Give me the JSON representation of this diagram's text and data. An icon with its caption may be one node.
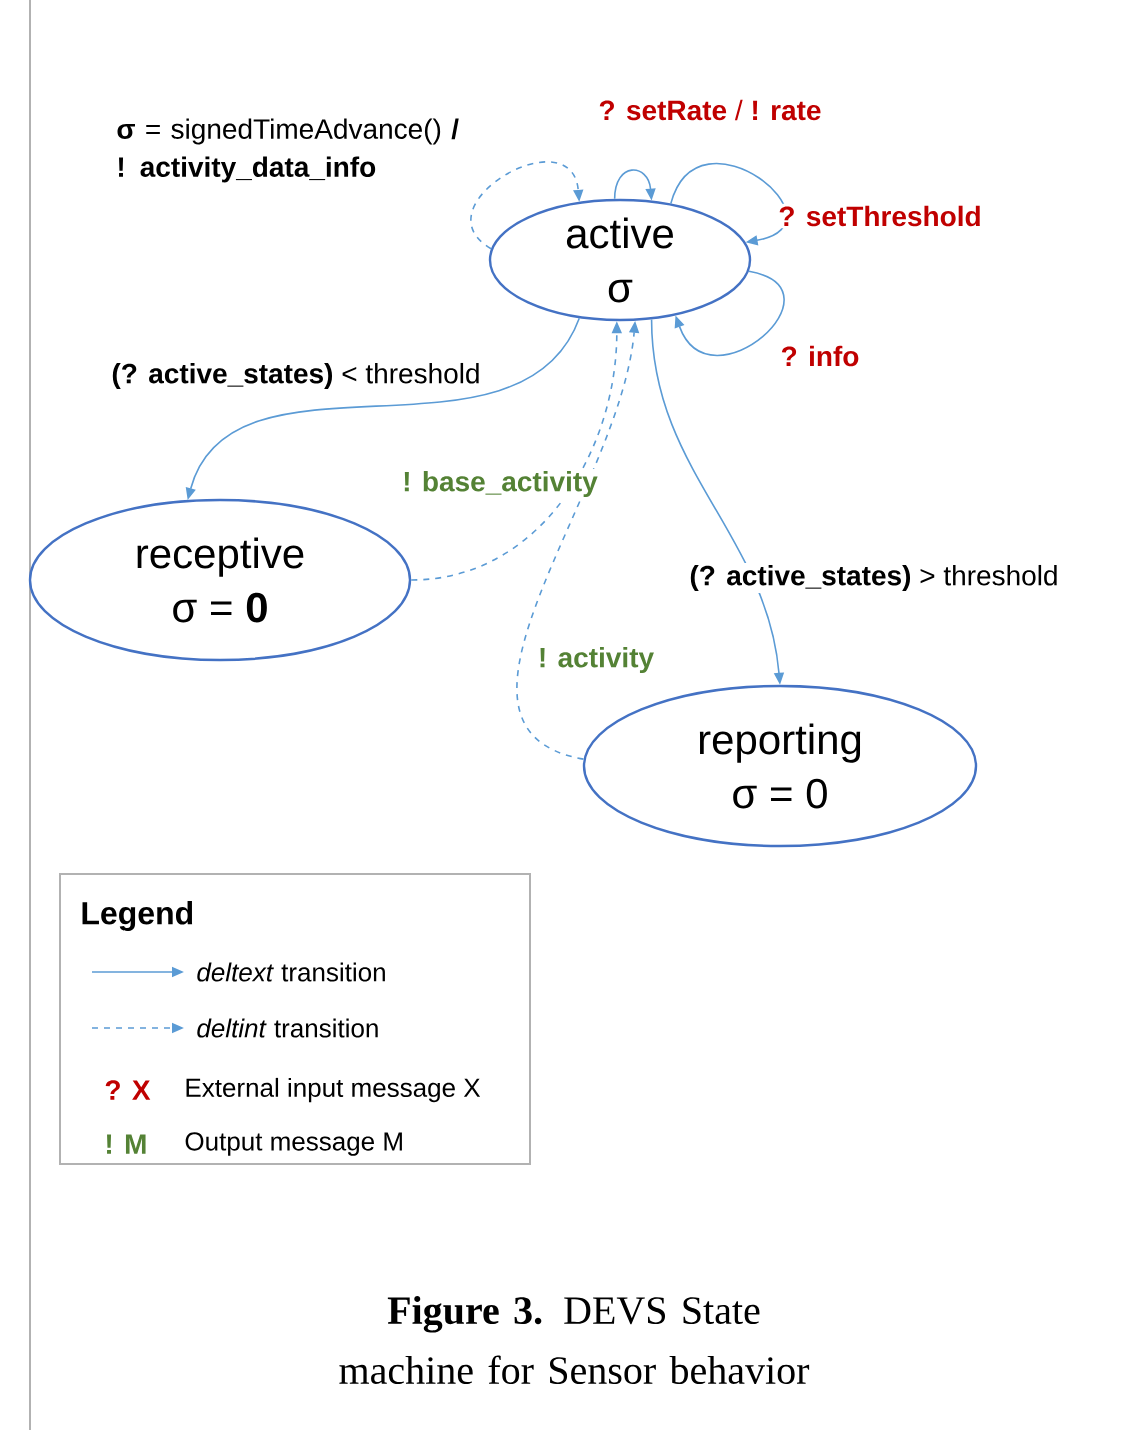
{
  "diagram": {
    "caption": "**Figure 3.** DEVS State machine for Sensor behavior",
    "nodes": [
      {
        "text": [
          "active",
          "σ"
        ]
      },
      {
        "text": [
          "receptive",
          "σ = **0**"
        ]
      },
      {
        "text": [
          "reporting",
          "σ = 0"
        ]
      }
    ],
    "edges": [
      {
        "from": 0,
        "to": 0,
        "arrow": "to",
        "style": "dashed",
        "label": "**σ** = signedTimeAdvance() **/ ! activity_data_info**"
      },
      {
        "from": 0,
        "to": 0,
        "arrow": "to",
        "label": "**? setRate** / **! rate**"
      },
      {
        "from": 0,
        "to": 0,
        "arrow": "to",
        "label": "? setThreshold"
      },
      {
        "from": 0,
        "to": 0,
        "arrow": "to",
        "label": "? info"
      },
      {
        "from": 0,
        "to": 1,
        "arrow": "to",
        "label": "**(? active_states)** < threshold"
      },
      {
        "from": 1,
        "to": 0,
        "arrow": "to",
        "style": "dashed",
        "label": "! base_activity"
      },
      {
        "from": 0,
        "to": 2,
        "arrow": "to",
        "label": "**(? active_states)** > threshold"
      },
      {
        "from": 2,
        "to": 0,
        "arrow": "to",
        "style": "dashed",
        "label": "! activity"
      }
    ],
    "labels": [
      "Legend",
      "? X",
      "! M"
    ],
    "legend": [
      {
        "text": "*deltext* transition"
      },
      {
        "text": "*deltint* transition"
      },
      {
        "text": "External input message X"
      },
      {
        "text": "Output message M"
      }
    ]
  }
}
